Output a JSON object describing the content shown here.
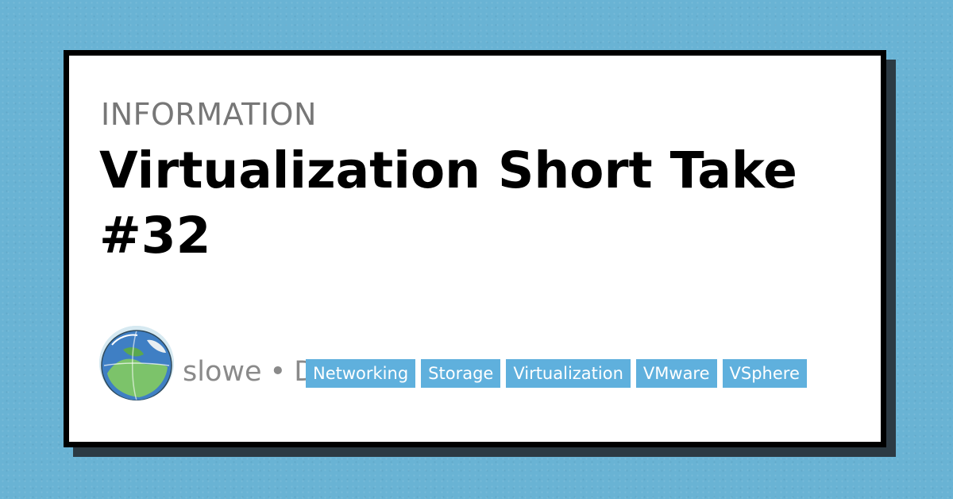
{
  "post": {
    "category": "INFORMATION",
    "title": "Virtualization Short Take #32",
    "author": "slowe",
    "separator": "•",
    "date_visible": "D"
  },
  "tags": [
    "Networking",
    "Storage",
    "Virtualization",
    "VMware",
    "VSphere"
  ],
  "colors": {
    "background": "#69b3d4",
    "card": "#ffffff",
    "card_border": "#000000",
    "shadow": "#2c3a43",
    "tag_background": "#5fb0dd",
    "tag_text": "#ffffff",
    "muted_text": "#777777"
  },
  "icons": {
    "avatar": "globe-earth-avatar"
  }
}
